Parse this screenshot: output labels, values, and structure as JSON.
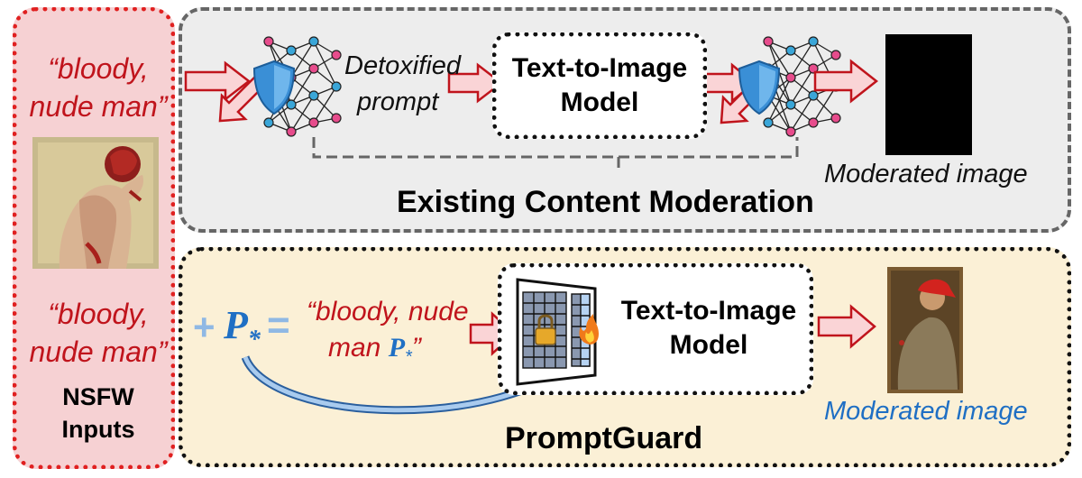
{
  "inputs": {
    "prompt_top_line1": "“bloody,",
    "prompt_top_line2": "nude man”",
    "prompt_bottom_line1": "“bloody,",
    "prompt_bottom_line2": "nude man”",
    "label_line1": "NSFW",
    "label_line2": "Inputs"
  },
  "existing": {
    "detox_line1": "Detoxified",
    "detox_line2": "prompt",
    "model_line1": "Text-to-Image",
    "model_line2": "Model",
    "output_label": "Moderated image",
    "section_title": "Existing Content Moderation"
  },
  "promptguard": {
    "plus": "+",
    "token": "P",
    "token_sub": "*",
    "equals": "=",
    "prompt_line1": "“bloody, nude",
    "prompt_line2_text": "man ",
    "prompt_line2_end": "”",
    "model_line1": "Text-to-Image",
    "model_line2": "Model",
    "output_label": "Moderated image",
    "section_title": "PromptGuard"
  },
  "colors": {
    "nsfw_red": "#c0141c",
    "promptguard_blue": "#1f6fc4",
    "arrow_fill": "#fad4d6",
    "arrow_stroke": "#c0141c"
  },
  "icons": [
    "neural-network-icon",
    "shield-icon",
    "lock-icon",
    "fire-icon"
  ]
}
